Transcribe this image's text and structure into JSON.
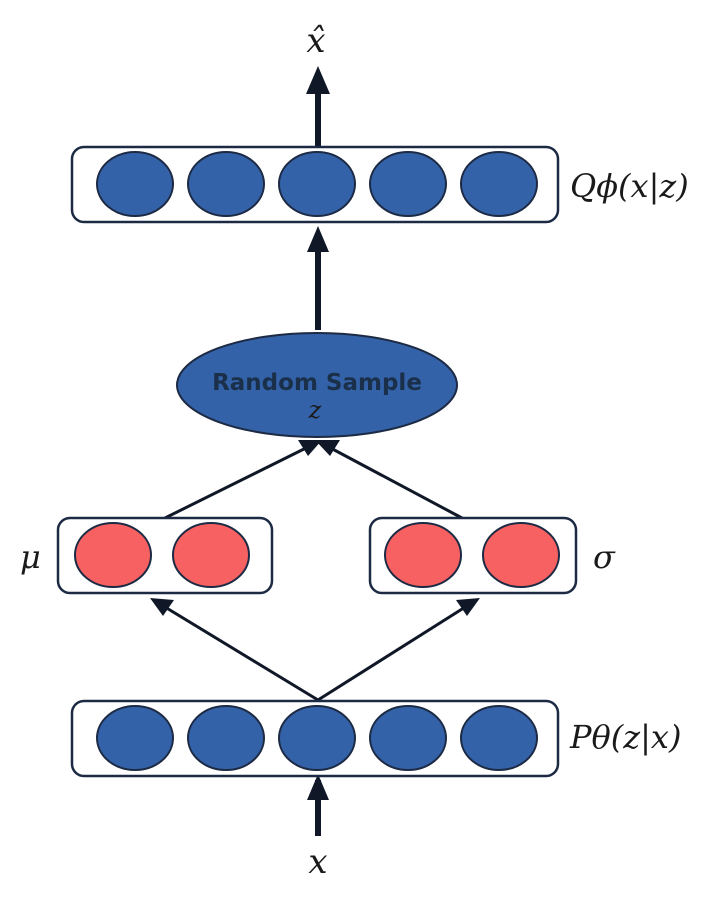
{
  "labels": {
    "output": "x̂",
    "decoder": "Qϕ(x|z)",
    "mu": "μ",
    "sigma": "σ",
    "encoder": "Pθ(z|x)",
    "input": "x",
    "sample_title": "Random Sample",
    "sample_var": "z"
  },
  "colors": {
    "node_blue": "#3462a8",
    "node_red": "#f76161",
    "node_stroke": "#1c2a44",
    "box_stroke": "#1c2a44",
    "arrow": "#101828"
  },
  "layers": {
    "decoder_nodes": 5,
    "mu_nodes": 2,
    "sigma_nodes": 2,
    "encoder_nodes": 5
  }
}
